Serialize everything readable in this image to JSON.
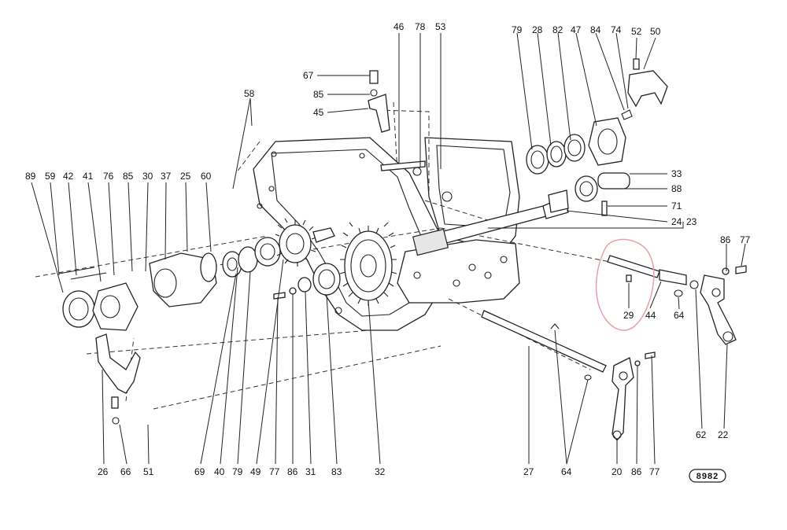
{
  "diagram": {
    "type": "exploded-parts-diagram",
    "highlight_color": "#e8a0a8",
    "line_color": "#222222",
    "drawing_number": "8982",
    "labels": {
      "top": [
        "46",
        "78",
        "53",
        "79",
        "28",
        "82",
        "47",
        "84",
        "74",
        "52",
        "50"
      ],
      "left_top": [
        "89",
        "59",
        "42",
        "41",
        "76",
        "85",
        "30",
        "37",
        "25",
        "60"
      ],
      "left_side": [
        "67",
        "85",
        "45",
        "58"
      ],
      "right_side": [
        "33",
        "88",
        "71",
        "24",
        "23",
        "86",
        "77"
      ],
      "circled": [
        "29",
        "44"
      ],
      "right_mid": [
        "64",
        "62",
        "22"
      ],
      "bottom": [
        "26",
        "66",
        "51",
        "69",
        "40",
        "79",
        "49",
        "77",
        "86",
        "31",
        "83",
        "32",
        "27",
        "64",
        "20",
        "86",
        "77"
      ]
    }
  }
}
